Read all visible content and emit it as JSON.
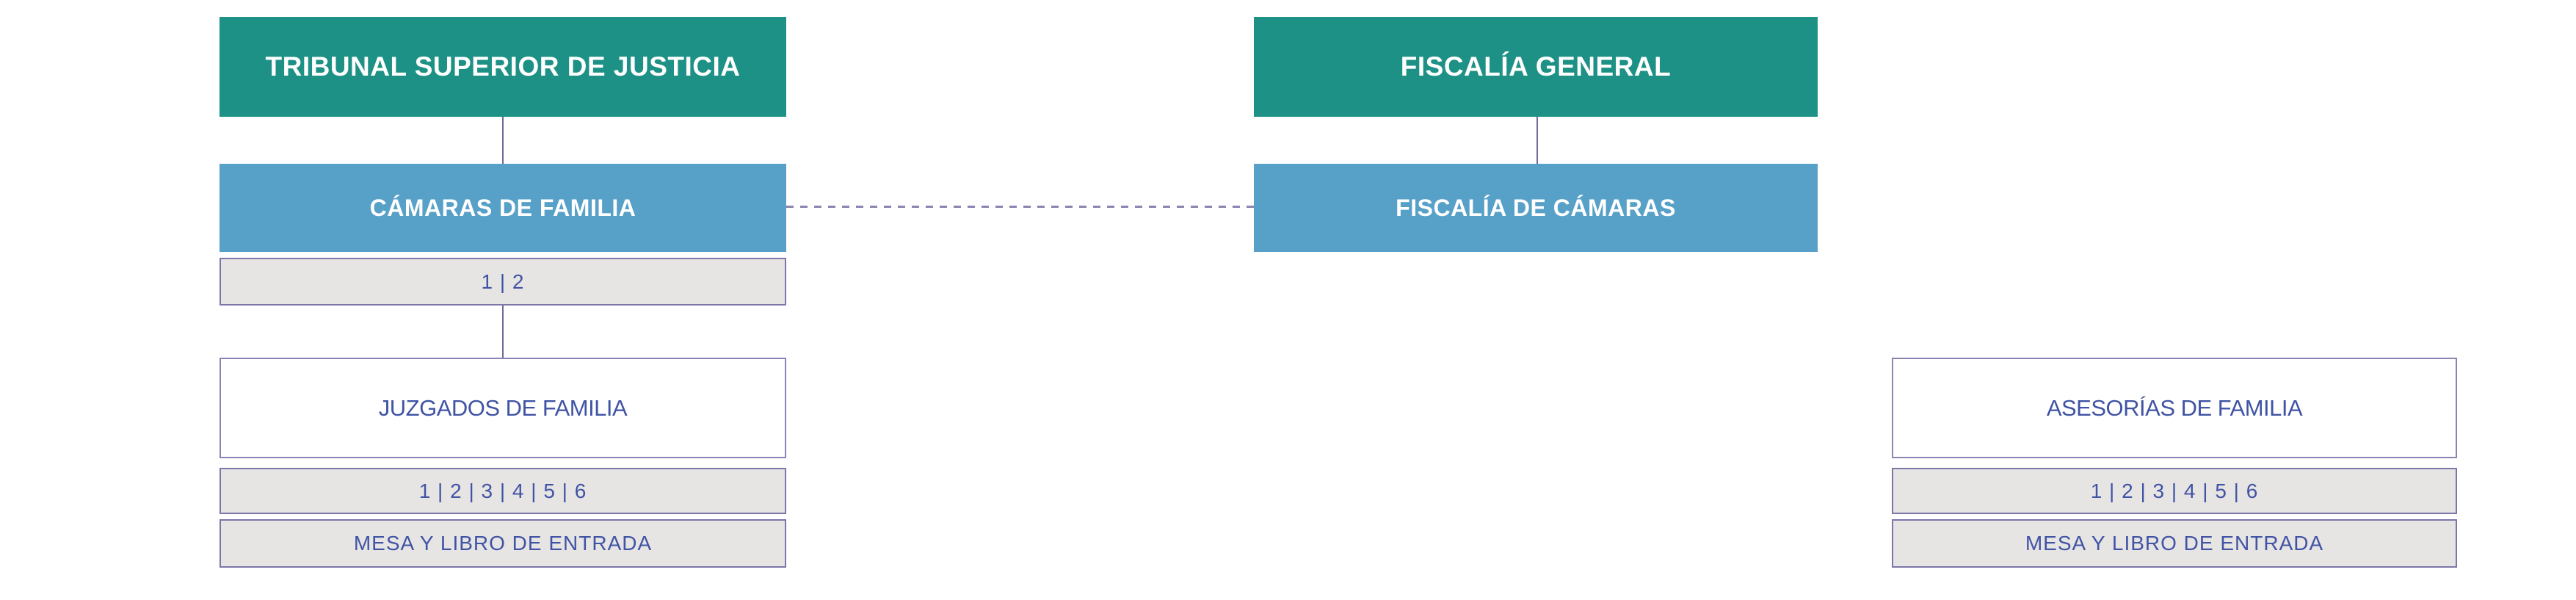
{
  "palette": {
    "teal": "#1e9186",
    "blue": "#57a0c7",
    "gray_fill": "#e7e4e4",
    "border_purple": "#7d76a9",
    "connector_solid": "#716b9b",
    "connector_dashed": "#8c85b0",
    "text_navy": "#4054a4",
    "text_white": "#ffffff"
  },
  "org_chart": {
    "left_column": {
      "tribunal_label": "TRIBUNAL SUPERIOR DE JUSTICIA",
      "camaras_label": "CÁMARAS DE FAMILIA",
      "camaras_numbers": "1 | 2",
      "juzgados_label": "JUZGADOS DE FAMILIA",
      "juzgados_numbers": "1 | 2 | 3 | 4 | 5 | 6",
      "mesa_label": "MESA Y LIBRO DE ENTRADA"
    },
    "center_column": {
      "fiscalia_general_label": "FISCALÍA GENERAL",
      "fiscalia_camaras_label": "FISCALÍA DE CÁMARAS"
    },
    "right_column": {
      "asesorias_label": "ASESORÍAS DE FAMILIA",
      "asesorias_numbers": "1 | 2 | 3 | 4 | 5 | 6",
      "mesa_label": "MESA Y LIBRO DE ENTRADA"
    }
  }
}
